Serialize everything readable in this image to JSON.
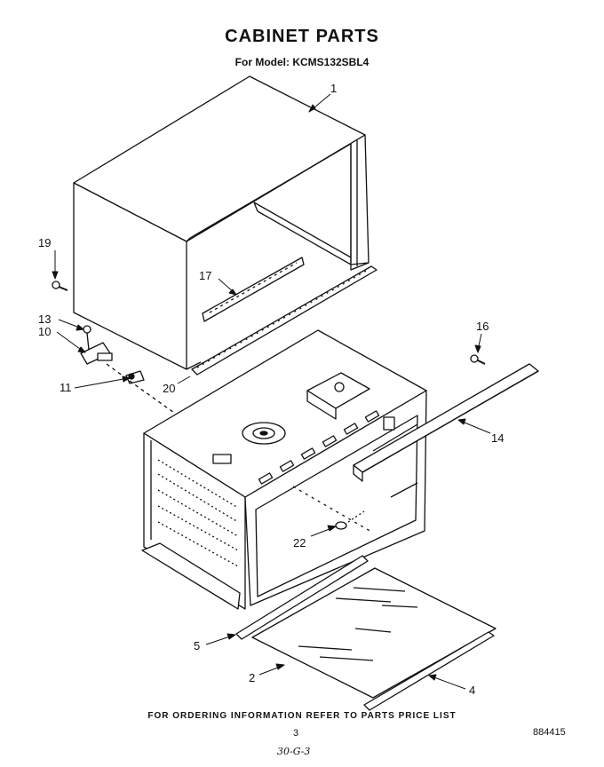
{
  "title": "CABINET PARTS",
  "subtitle": "For Model: KCMS132SBL4",
  "footer_note": "FOR ORDERING INFORMATION REFER TO PARTS PRICE LIST",
  "page_number": "3",
  "document_code": "884415",
  "handwritten_note": "30-G-3",
  "callouts": {
    "c1": "1",
    "c2": "2",
    "c4": "4",
    "c5": "5",
    "c10": "10",
    "c11": "11",
    "c13": "13",
    "c14": "14",
    "c16": "16",
    "c17": "17",
    "c19": "19",
    "c20": "20",
    "c22": "22"
  }
}
